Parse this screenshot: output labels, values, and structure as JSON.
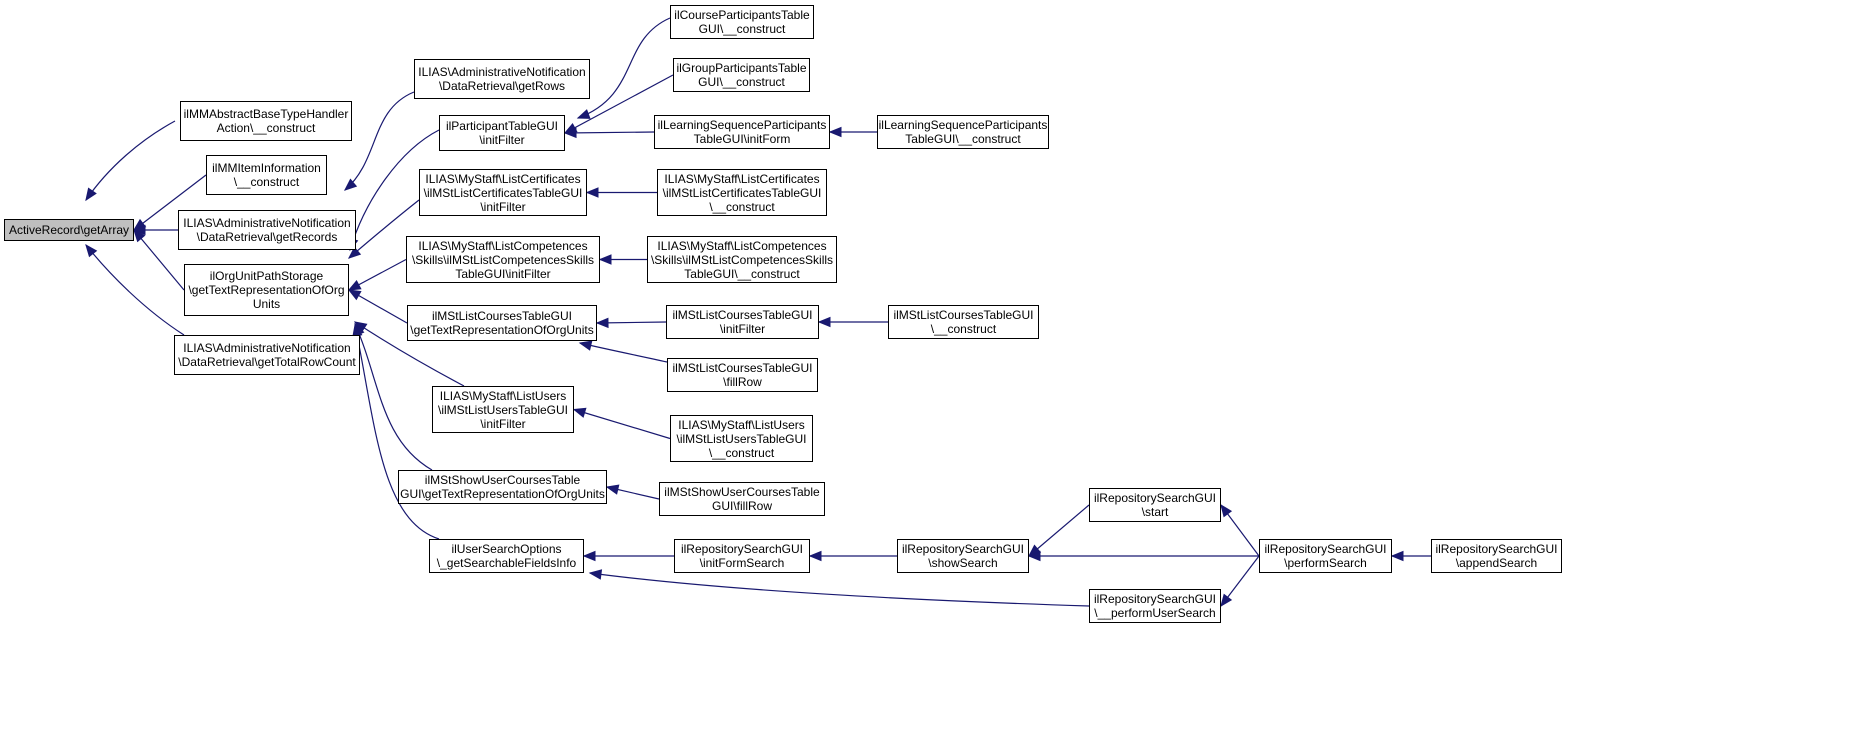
{
  "graph": {
    "edge_color": "#191970",
    "root_fill": "#bfbfbf",
    "nodes": [
      {
        "id": "root",
        "label": "ActiveRecord\\getArray"
      },
      {
        "id": "mmabstract",
        "label": "ilMMAbstractBaseTypeHandler\nAction\\__construct"
      },
      {
        "id": "mmitem",
        "label": "ilMMItemInformation\n\\__construct"
      },
      {
        "id": "getrecords",
        "label": "ILIAS\\AdministrativeNotification\n\\DataRetrieval\\getRecords"
      },
      {
        "id": "orgunit",
        "label": "ilOrgUnitPathStorage\n\\getTextRepresentationOfOrg\nUnits"
      },
      {
        "id": "totalrowcount",
        "label": "ILIAS\\AdministrativeNotification\n\\DataRetrieval\\getTotalRowCount"
      },
      {
        "id": "getrows",
        "label": "ILIAS\\AdministrativeNotification\n\\DataRetrieval\\getRows"
      },
      {
        "id": "participant",
        "label": "ilParticipantTableGUI\n\\initFilter"
      },
      {
        "id": "certfilter",
        "label": "ILIAS\\MyStaff\\ListCertificates\n\\ilMStListCertificatesTableGUI\n\\initFilter"
      },
      {
        "id": "compfilter",
        "label": "ILIAS\\MyStaff\\ListCompetences\n\\Skills\\ilMStListCompetencesSkills\nTableGUI\\initFilter"
      },
      {
        "id": "coursestext",
        "label": "ilMStListCoursesTableGUI\n\\getTextRepresentationOfOrgUnits"
      },
      {
        "id": "usersfilter",
        "label": "ILIAS\\MyStaff\\ListUsers\n\\ilMStListUsersTableGUI\n\\initFilter"
      },
      {
        "id": "showusertext",
        "label": "ilMStShowUserCoursesTable\nGUI\\getTextRepresentationOfOrgUnits"
      },
      {
        "id": "usersearch",
        "label": "ilUserSearchOptions\n\\_getSearchableFieldsInfo"
      },
      {
        "id": "courseconstr",
        "label": "ilCourseParticipantsTable\nGUI\\__construct"
      },
      {
        "id": "groupconstr",
        "label": "ilGroupParticipantsTable\nGUI\\__construct"
      },
      {
        "id": "lsinitform",
        "label": "ilLearningSequenceParticipants\nTableGUI\\initForm"
      },
      {
        "id": "lsconstr",
        "label": "ilLearningSequenceParticipants\nTableGUI\\__construct"
      },
      {
        "id": "certconstr",
        "label": "ILIAS\\MyStaff\\ListCertificates\n\\ilMStListCertificatesTableGUI\n\\__construct"
      },
      {
        "id": "compconstr",
        "label": "ILIAS\\MyStaff\\ListCompetences\n\\Skills\\ilMStListCompetencesSkills\nTableGUI\\__construct"
      },
      {
        "id": "coursesinit",
        "label": "ilMStListCoursesTableGUI\n\\initFilter"
      },
      {
        "id": "coursesconstr",
        "label": "ilMStListCoursesTableGUI\n\\__construct"
      },
      {
        "id": "coursesfillrow",
        "label": "ilMStListCoursesTableGUI\n\\fillRow"
      },
      {
        "id": "usersconstr",
        "label": "ILIAS\\MyStaff\\ListUsers\n\\ilMStListUsersTableGUI\n\\__construct"
      },
      {
        "id": "showuserfillrow",
        "label": "ilMStShowUserCoursesTable\nGUI\\fillRow"
      },
      {
        "id": "repoinitform",
        "label": "ilRepositorySearchGUI\n\\initFormSearch"
      },
      {
        "id": "reposhow",
        "label": "ilRepositorySearchGUI\n\\showSearch"
      },
      {
        "id": "repostart",
        "label": "ilRepositorySearchGUI\n\\start"
      },
      {
        "id": "repoperform",
        "label": "ilRepositorySearchGUI\n\\performSearch"
      },
      {
        "id": "repouser",
        "label": "ilRepositorySearchGUI\n\\__performUserSearch"
      },
      {
        "id": "repoappend",
        "label": "ilRepositorySearchGUI\n\\appendSearch"
      }
    ],
    "edges": [
      {
        "from": "mmabstract",
        "to": "root"
      },
      {
        "from": "mmitem",
        "to": "root"
      },
      {
        "from": "getrecords",
        "to": "root"
      },
      {
        "from": "orgunit",
        "to": "root"
      },
      {
        "from": "totalrowcount",
        "to": "root"
      },
      {
        "from": "getrows",
        "to": "getrecords"
      },
      {
        "from": "participant",
        "to": "orgunit"
      },
      {
        "from": "certfilter",
        "to": "orgunit"
      },
      {
        "from": "compfilter",
        "to": "orgunit"
      },
      {
        "from": "coursestext",
        "to": "orgunit"
      },
      {
        "from": "usersfilter",
        "to": "orgunit"
      },
      {
        "from": "showusertext",
        "to": "orgunit"
      },
      {
        "from": "usersearch",
        "to": "orgunit"
      },
      {
        "from": "courseconstr",
        "to": "participant"
      },
      {
        "from": "groupconstr",
        "to": "participant"
      },
      {
        "from": "lsinitform",
        "to": "participant"
      },
      {
        "from": "lsconstr",
        "to": "lsinitform"
      },
      {
        "from": "certconstr",
        "to": "certfilter"
      },
      {
        "from": "compconstr",
        "to": "compfilter"
      },
      {
        "from": "coursesinit",
        "to": "coursestext"
      },
      {
        "from": "coursesfillrow",
        "to": "coursestext"
      },
      {
        "from": "coursesconstr",
        "to": "coursesinit"
      },
      {
        "from": "usersconstr",
        "to": "usersfilter"
      },
      {
        "from": "showuserfillrow",
        "to": "showusertext"
      },
      {
        "from": "repoinitform",
        "to": "usersearch"
      },
      {
        "from": "repouser",
        "to": "usersearch"
      },
      {
        "from": "reposhow",
        "to": "repoinitform"
      },
      {
        "from": "repostart",
        "to": "reposhow"
      },
      {
        "from": "repoperform",
        "to": "reposhow"
      },
      {
        "from": "repoperform",
        "to": "repostart"
      },
      {
        "from": "repoperform",
        "to": "repouser"
      },
      {
        "from": "repoappend",
        "to": "repoperform"
      }
    ]
  }
}
